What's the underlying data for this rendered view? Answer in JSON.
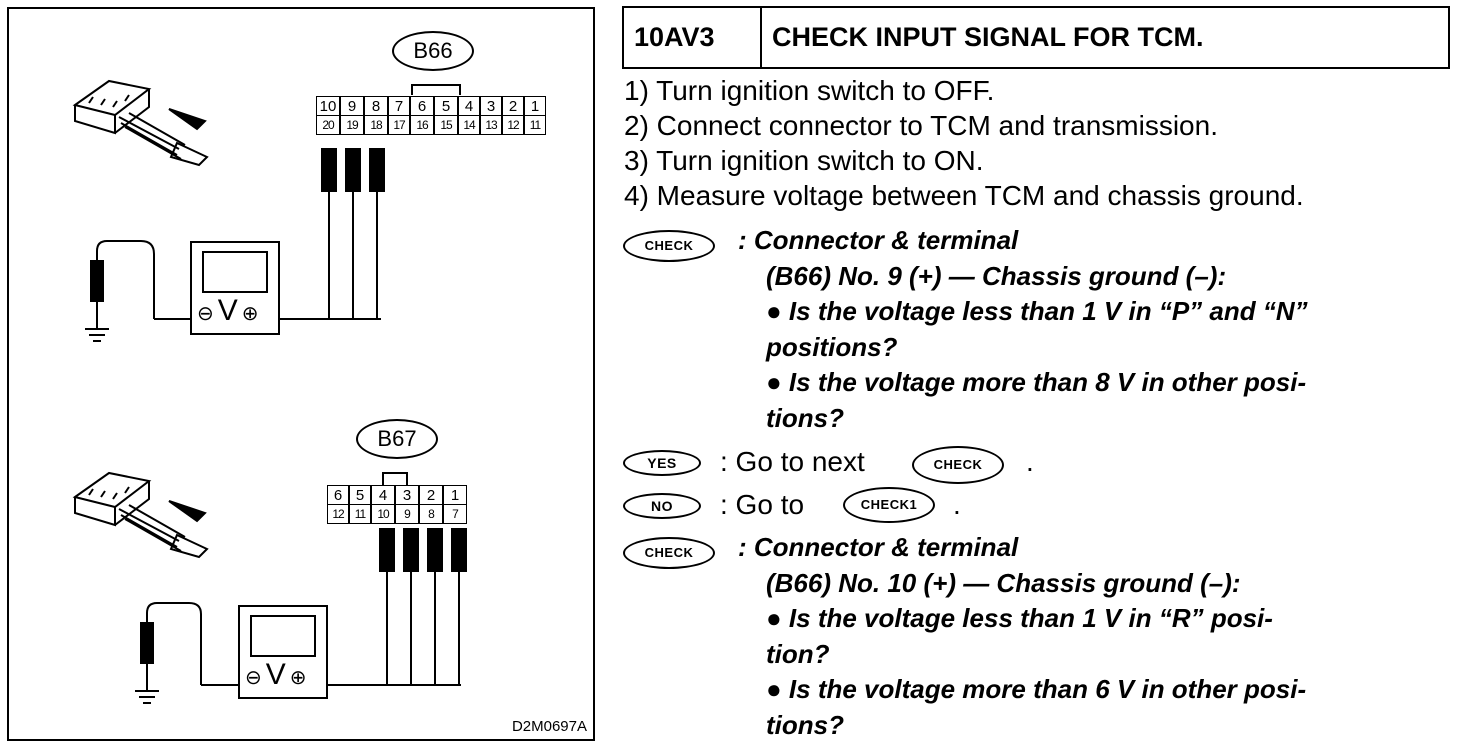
{
  "figure": {
    "connectors": [
      {
        "label": "B66",
        "top_pins": [
          "10",
          "9",
          "8",
          "7",
          "6",
          "5",
          "4",
          "3",
          "2",
          "1"
        ],
        "bottom_pins": [
          "20",
          "19",
          "18",
          "17",
          "16",
          "15",
          "14",
          "13",
          "12",
          "11"
        ]
      },
      {
        "label": "B67",
        "top_pins": [
          "6",
          "5",
          "4",
          "3",
          "2",
          "1"
        ],
        "bottom_pins": [
          "12",
          "11",
          "10",
          "9",
          "8",
          "7"
        ]
      }
    ],
    "meter_symbol": "V",
    "minus": "⊖",
    "plus": "⊕",
    "figure_code": "D2M0697A"
  },
  "step": {
    "code": "10AV3",
    "title": "CHECK INPUT SIGNAL FOR TCM."
  },
  "procedure": [
    "1)  Turn ignition switch to OFF.",
    "2)  Connect connector to TCM and transmission.",
    "3)  Turn ignition switch to ON.",
    "4)  Measure voltage between TCM and chassis ground."
  ],
  "badges": {
    "check": "CHECK",
    "yes": "YES",
    "no": "NO",
    "check1": "CHECK1"
  },
  "check1": {
    "heading": ":  Connector & terminal",
    "terminal": "(B66) No. 9 (+) — Chassis ground (–):",
    "bullet1a": "●  Is the voltage less than 1 V in “P” and “N”",
    "bullet1b": "positions?",
    "bullet2a": "●  Is the voltage more than 8 V in other posi-",
    "bullet2b": "tions?"
  },
  "yes_result": ":  Go to next",
  "no_result": ":  Go to",
  "period": ".",
  "check2": {
    "heading": ":  Connector & terminal",
    "terminal": "(B66) No. 10 (+) — Chassis ground (–):",
    "bullet1a": "●  Is the voltage less than 1 V in “R” posi-",
    "bullet1b": "tion?",
    "bullet2a": "●  Is the voltage more than 6 V in other posi-",
    "bullet2b": "tions?"
  }
}
